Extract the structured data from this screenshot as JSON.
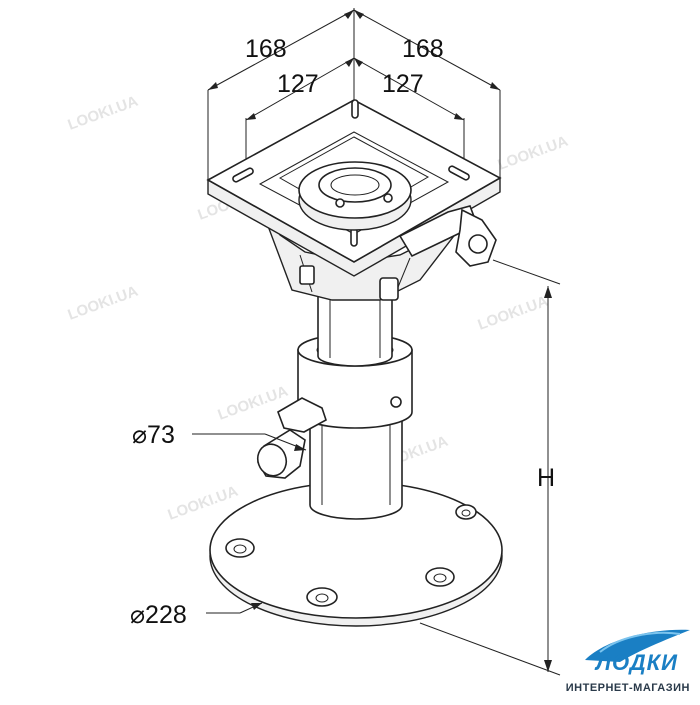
{
  "dimensions": {
    "top_left_outer": "168",
    "top_right_outer": "168",
    "top_left_inner": "127",
    "top_right_inner": "127",
    "column_diameter": "⌀73",
    "base_diameter": "⌀228",
    "height": "H"
  },
  "watermark": {
    "text": "LOOKI.UA"
  },
  "logo": {
    "title": "ЛОДКИ",
    "subtitle": "ИНТЕРНЕТ-МАГАЗИН",
    "colors": {
      "primary": "#1a7fc4",
      "dark": "#2a3a4a"
    }
  }
}
